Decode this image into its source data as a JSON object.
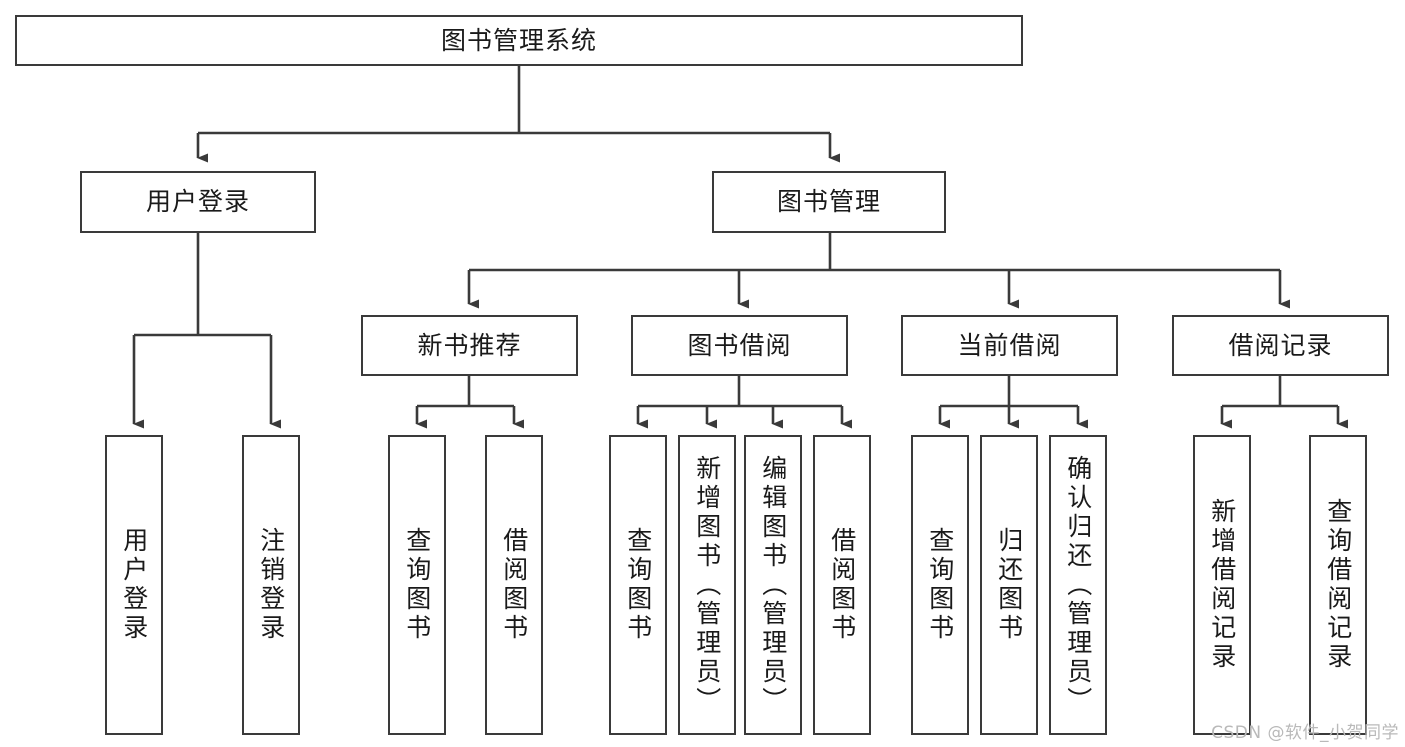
{
  "diagram": {
    "title": "图书管理系统",
    "type": "tree-hierarchy-chart",
    "watermark": "CSDN @软件_小贺同学",
    "root": {
      "label": "图书管理系统"
    },
    "level2": [
      {
        "label": "用户登录"
      },
      {
        "label": "图书管理"
      }
    ],
    "level3": [
      {
        "label": "新书推荐"
      },
      {
        "label": "图书借阅"
      },
      {
        "label": "当前借阅"
      },
      {
        "label": "借阅记录"
      }
    ],
    "leaves": {
      "user_login": [
        {
          "label": "用户登录"
        },
        {
          "label": "注销登录"
        }
      ],
      "new_book_recommend": [
        {
          "label": "查询图书"
        },
        {
          "label": "借阅图书"
        }
      ],
      "book_borrow": [
        {
          "label": "查询图书"
        },
        {
          "label": "新增图书（管理员）"
        },
        {
          "label": "编辑图书（管理员）"
        },
        {
          "label": "借阅图书"
        }
      ],
      "current_borrow": [
        {
          "label": "查询图书"
        },
        {
          "label": "归还图书"
        },
        {
          "label": "确认归还（管理员）"
        }
      ],
      "borrow_record": [
        {
          "label": "新增借阅记录"
        },
        {
          "label": "查询借阅记录"
        }
      ]
    },
    "colors": {
      "stroke": "#3a3a3a",
      "fill": "#ffffff",
      "text": "#1a1a1a",
      "watermark": "#b9b9b9"
    }
  }
}
